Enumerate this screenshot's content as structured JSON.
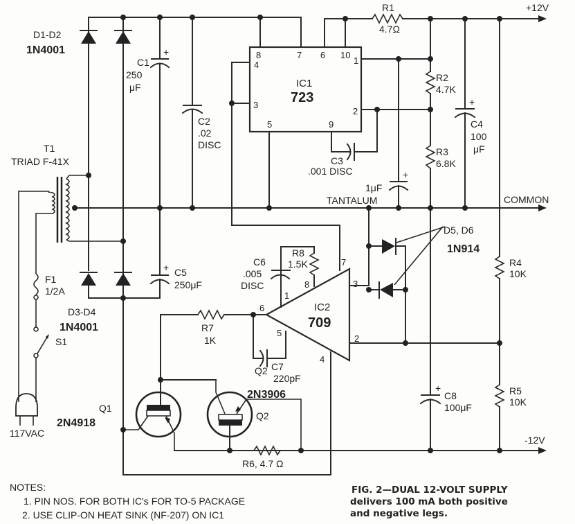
{
  "figure": {
    "caption_line1": "FIG. 2—DUAL 12-VOLT SUPPLY",
    "caption_line2": "delivers 100 mA both positive",
    "caption_line3": "and negative legs."
  },
  "rails": {
    "positive": "+12V",
    "common": "COMMON",
    "negative": "-12V"
  },
  "transformer": {
    "ref": "T1",
    "part": "TRIAD F-41X"
  },
  "diodes": {
    "d1d2_ref": "D1-D2",
    "d1d2_part": "1N4001",
    "d3d4_ref": "D3-D4",
    "d3d4_part": "1N4001",
    "d5d6_ref": "D5, D6",
    "d5d6_part": "1N914"
  },
  "fuse": {
    "ref": "F1",
    "value": "1/2A"
  },
  "switch": {
    "ref": "S1"
  },
  "plug": {
    "label": "117VAC"
  },
  "capacitors": {
    "c1_ref": "C1",
    "c1_val1": "250",
    "c1_val2": "μF",
    "c2_ref": "C2",
    "c2_val1": ".02",
    "c2_val2": "DISC",
    "c3_ref": "C3",
    "c3_val": ".001 DISC",
    "c4_ref": "C4",
    "c4_val1": "100",
    "c4_val2": "μF",
    "c5_ref": "C5",
    "c5_val": "250μF",
    "c6_ref": "C6",
    "c6_val1": ".005",
    "c6_val2": "DISC",
    "c7_ref": "C7",
    "c7_val": "220pF",
    "c8_ref": "C8",
    "c8_val": "100μF",
    "tant_val": "1μF",
    "tant_type": "TANTALUM",
    "plus": "+"
  },
  "resistors": {
    "r1_ref": "R1",
    "r1_val": "4.7Ω",
    "r2_ref": "R2",
    "r2_val": "4.7K",
    "r3_ref": "R3",
    "r3_val": "6.8K",
    "r4_ref": "R4",
    "r4_val": "10K",
    "r5_ref": "R5",
    "r5_val": "10K",
    "r6_label": "R6, 4.7 Ω",
    "r7_ref": "R7",
    "r7_val": "1K",
    "r8_ref": "R8",
    "r8_val": "1.5K"
  },
  "ic1": {
    "ref": "IC1",
    "part": "723",
    "pins": [
      "8",
      "7",
      "6",
      "10",
      "1",
      "4",
      "3",
      "2",
      "5",
      "9"
    ]
  },
  "ic2": {
    "ref": "IC2",
    "part": "709",
    "pins": [
      "7",
      "8",
      "1",
      "6",
      "5",
      "3",
      "2",
      "4"
    ]
  },
  "transistors": {
    "q1_ref": "Q1",
    "q1_part": "2N4918",
    "q2_ref": "Q2",
    "q2_part": "2N3906"
  },
  "notes": {
    "title": "NOTES:",
    "items": [
      "1. PIN NOS. FOR BOTH IC's FOR TO-5 PACKAGE",
      "2. USE CLIP-ON HEAT SINK (NF-207) ON IC1"
    ]
  }
}
